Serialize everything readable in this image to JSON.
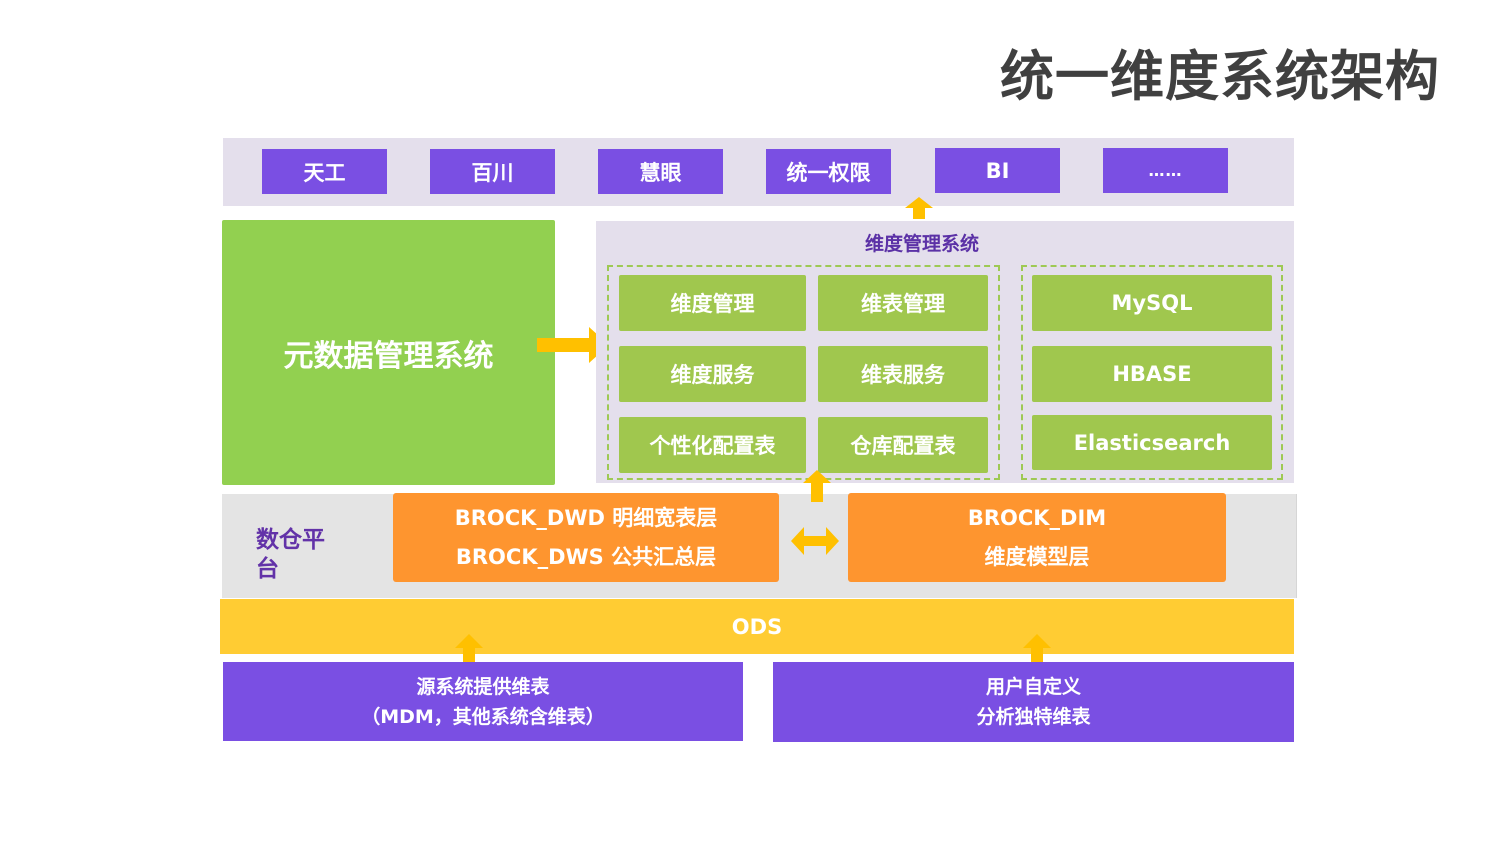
{
  "title": "统一维度系统架构",
  "apps": [
    "天工",
    "百川",
    "慧眼",
    "统一权限",
    "BI",
    "……"
  ],
  "metadata_system": "元数据管理系统",
  "dim_mgmt": {
    "title": "维度管理系统",
    "functions": [
      "维度管理",
      "维表管理",
      "维度服务",
      "维表服务",
      "个性化配置表",
      "仓库配置表"
    ],
    "storage": [
      "MySQL",
      "HBASE",
      "Elasticsearch"
    ]
  },
  "warehouse": {
    "label": "数仓平台",
    "dwd_line1": "BROCK_DWD 明细宽表层",
    "dwd_line2": "BROCK_DWS 公共汇总层",
    "dim_line1": "BROCK_DIM",
    "dim_line2": "维度模型层"
  },
  "ods": "ODS",
  "sources": {
    "left_line1": "源系统提供维表",
    "left_line2": "（MDM，其他系统含维表）",
    "right_line1": "用户自定义",
    "right_line2": "分析独特维表"
  },
  "colors": {
    "app_purple": "#7a4fe3",
    "function_green": "#a0c74e",
    "metadata_green": "#92d050",
    "layer_orange": "#fe952f",
    "ods_yellow": "#ffcc33",
    "arrow_yellow": "#ffc000",
    "band_lavender": "#e4dfec"
  }
}
